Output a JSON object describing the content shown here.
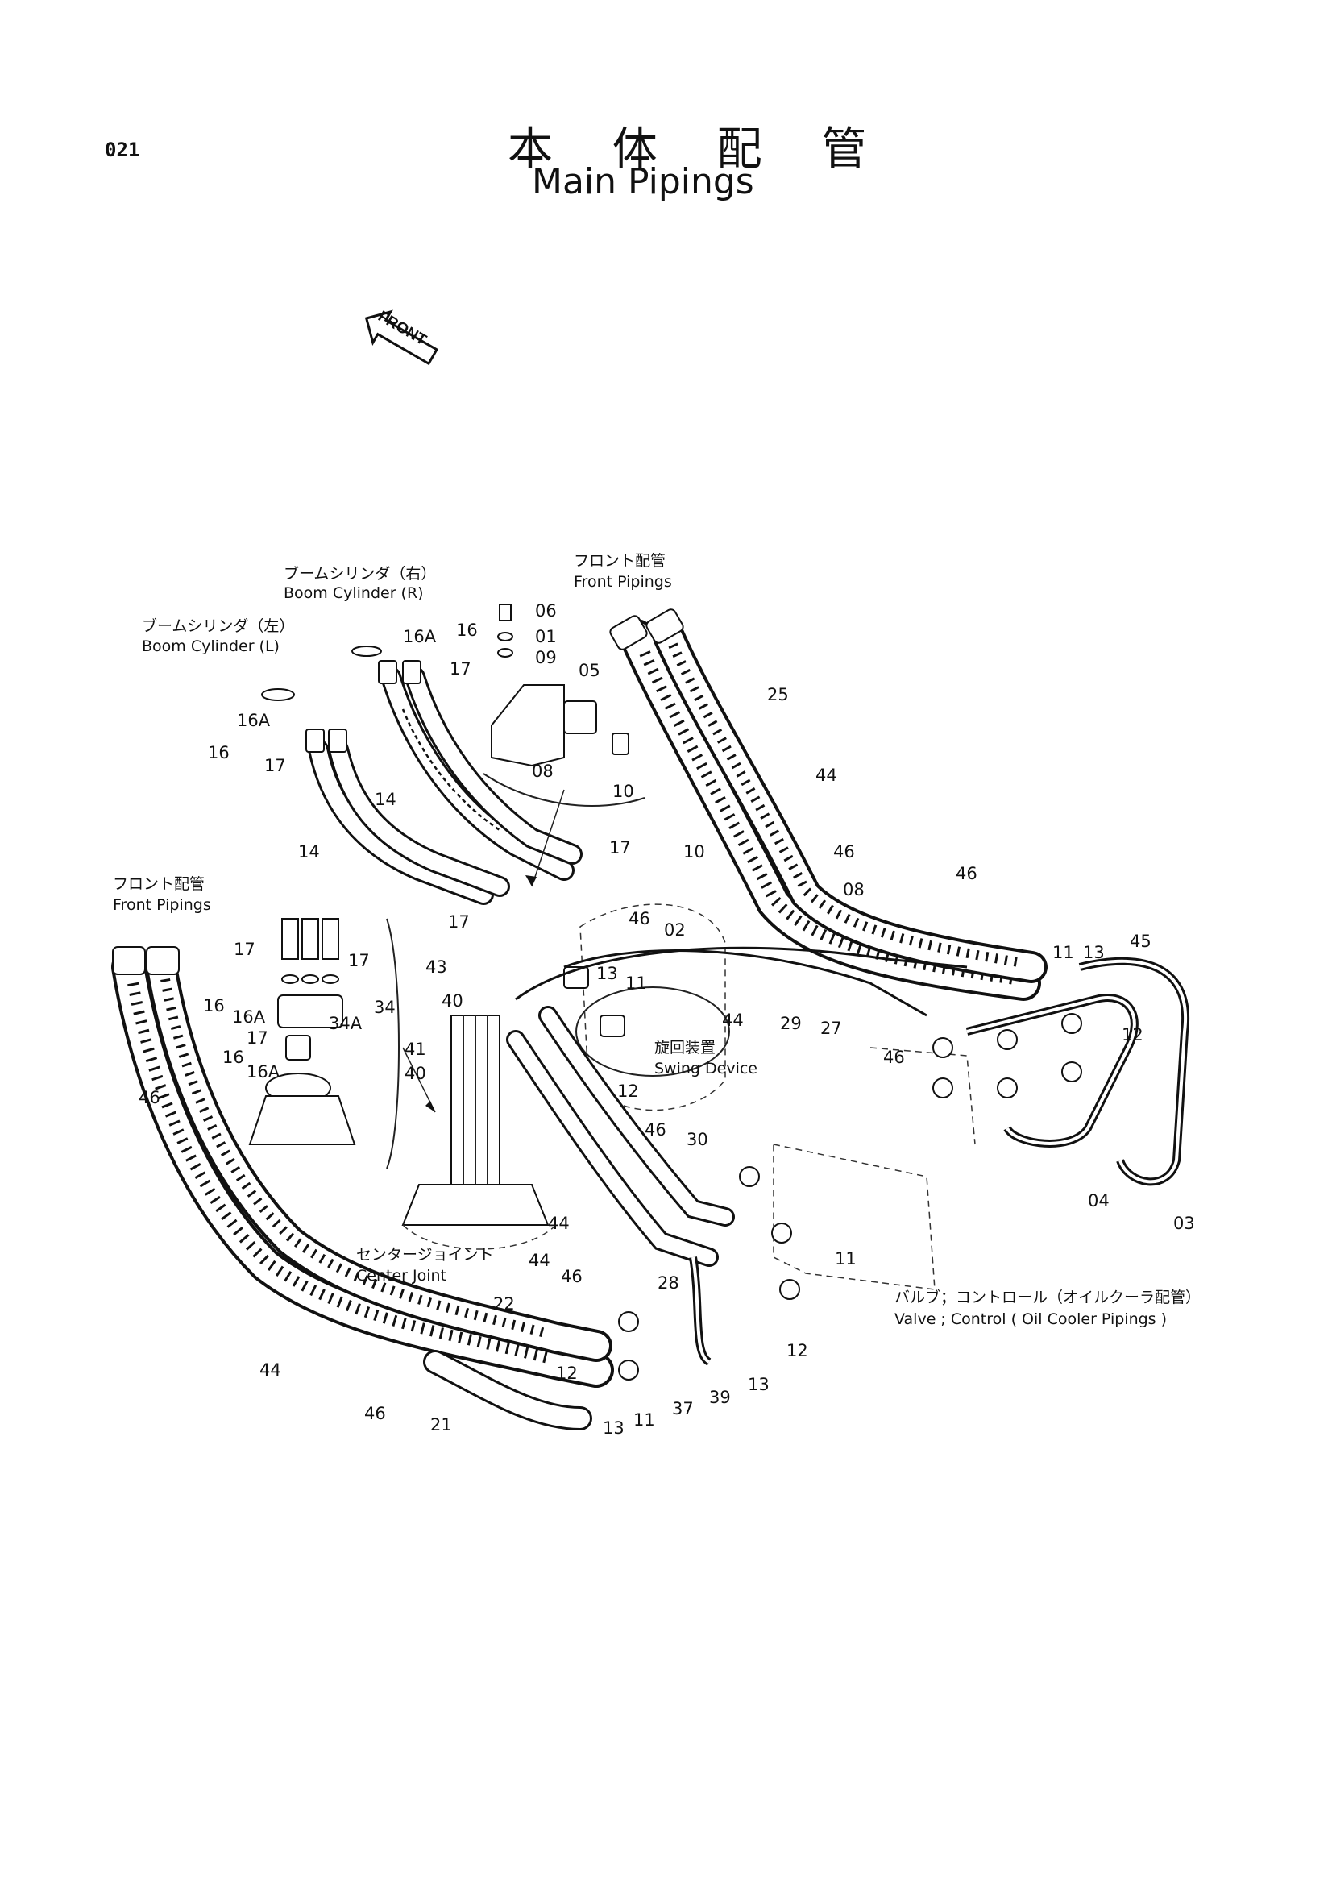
{
  "page_number": "021",
  "title_jp": "本 体 配 管",
  "title_en": "Main Pipings",
  "front_marker": "FRONT",
  "callouts": {
    "boom_cyl_r_jp": "ブームシリンダ（右）",
    "boom_cyl_r_en": "Boom Cylinder (R)",
    "boom_cyl_l_jp": "ブームシリンダ（左）",
    "boom_cyl_l_en": "Boom Cylinder (L)",
    "front_pipings_top_jp": "フロント配管",
    "front_pipings_top_en": "Front Pipings",
    "front_pipings_left_jp": "フロント配管",
    "front_pipings_left_en": "Front Pipings",
    "swing_device_jp": "旋回装置",
    "swing_device_en": "Swing Device",
    "center_joint_jp": "センタージョイント",
    "center_joint_en": "Center Joint",
    "valve_control_jp": "バルブ；コントロール（オイルクーラ配管）",
    "valve_control_en": "Valve ; Control ( Oil Cooler Pipings )"
  },
  "part_numbers": {
    "p06": "06",
    "p01": "01",
    "p09": "09",
    "p05": "05",
    "p08a": "08",
    "p10a": "10",
    "p16a_r": "16A",
    "p16_r": "16",
    "p17_r": "17",
    "p16a_l": "16A",
    "p16_l": "16",
    "p17_l": "17",
    "p14a": "14",
    "p14b": "14",
    "p25": "25",
    "p44a": "44",
    "p46a": "46",
    "p08b": "08",
    "p10b": "10",
    "p17c": "17",
    "p17d": "17",
    "p02": "02",
    "p46b": "46",
    "p46c": "46",
    "p11a": "11",
    "p13a": "13",
    "p45": "45",
    "p12a": "12",
    "p17e": "17",
    "p17f": "17",
    "p16b": "16",
    "p16a_c": "16A",
    "p34": "34",
    "p34a": "34A",
    "p17g": "17",
    "p16c": "16",
    "p16a_d": "16A",
    "p46d": "46",
    "p43": "43",
    "p40a": "40",
    "p41": "41",
    "p40b": "40",
    "p13b": "13",
    "p11b": "11",
    "p12b": "12",
    "p44b": "44",
    "p29": "29",
    "p27": "27",
    "p46e": "46",
    "p46f": "46",
    "p30": "30",
    "p44c": "44",
    "p44d": "44",
    "p46g": "46",
    "p28": "28",
    "p04": "04",
    "p03": "03",
    "p11c": "11",
    "p22": "22",
    "p12c": "12",
    "p12d": "12",
    "p13c": "13",
    "p13d": "13",
    "p11d": "11",
    "p37": "37",
    "p39": "39",
    "p44e": "44",
    "p46h": "46",
    "p21": "21"
  }
}
